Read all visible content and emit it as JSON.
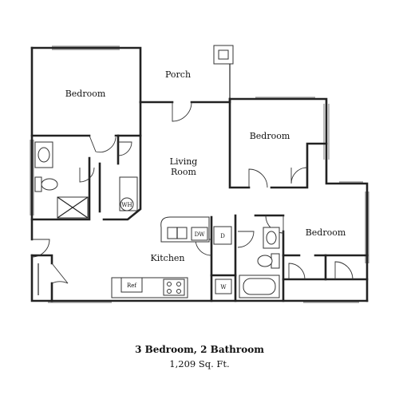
{
  "rooms": {
    "bedroom_main": "Bedroom",
    "porch": "Porch",
    "bedroom_2": "Bedroom",
    "living_line1": "Living",
    "living_line2": "Room",
    "bedroom_3": "Bedroom",
    "kitchen": "Kitchen"
  },
  "fixtures": {
    "water_heater": "WH",
    "dishwasher": "DW",
    "dryer": "D",
    "washer": "W",
    "refrigerator": "Ref"
  },
  "caption": {
    "title": "3 Bedroom, 2 Bathroom",
    "area": "1,209 Sq. Ft."
  }
}
